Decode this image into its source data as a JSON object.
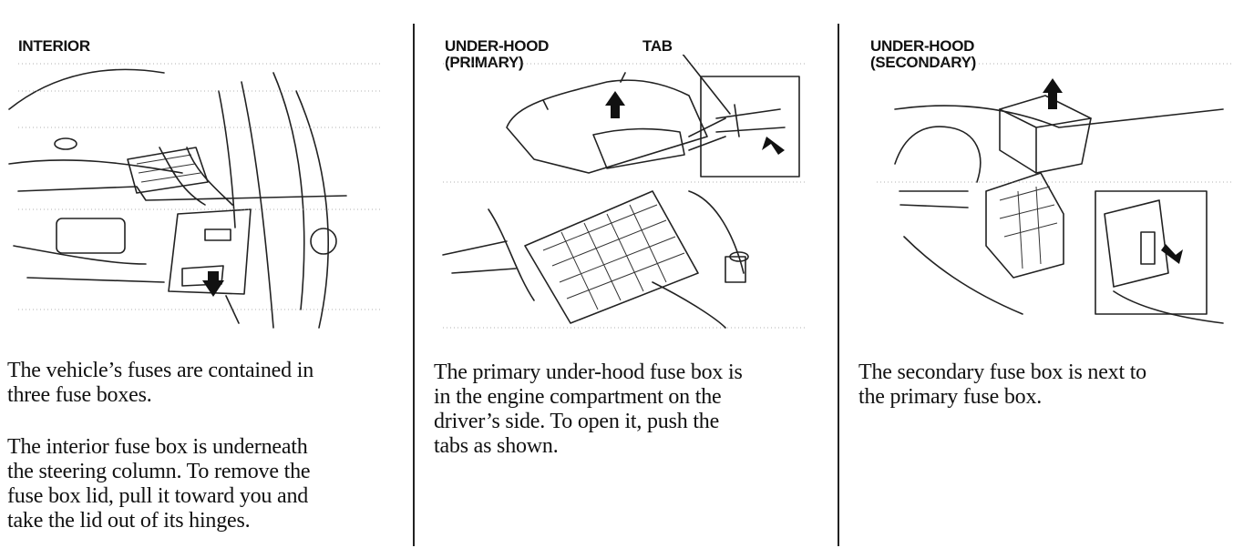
{
  "columns": [
    {
      "label_lines": [
        "INTERIOR"
      ],
      "paragraphs": [
        [
          "The vehicle’s fuses are contained in",
          "three fuse boxes."
        ],
        [
          "The interior fuse box is underneath",
          "the steering column. To remove the",
          "fuse box lid, pull it toward you and",
          "take the lid out of its hinges."
        ]
      ]
    },
    {
      "label_lines": [
        "UNDER-HOOD",
        "(PRIMARY)"
      ],
      "callout": "TAB",
      "paragraphs": [
        [
          "The primary under-hood fuse box is",
          "in the engine compartment on the",
          "driver’s side. To open it, push the",
          "tabs as shown."
        ]
      ]
    },
    {
      "label_lines": [
        "UNDER-HOOD",
        "(SECONDARY)"
      ],
      "paragraphs": [
        [
          "The secondary fuse box is next to",
          "the primary fuse box."
        ]
      ]
    }
  ],
  "icons": {
    "interior_figure": "interior-fuse-box-illustration",
    "primary_figure": "primary-under-hood-fuse-box-illustration",
    "secondary_figure": "secondary-under-hood-fuse-box-illustration"
  }
}
